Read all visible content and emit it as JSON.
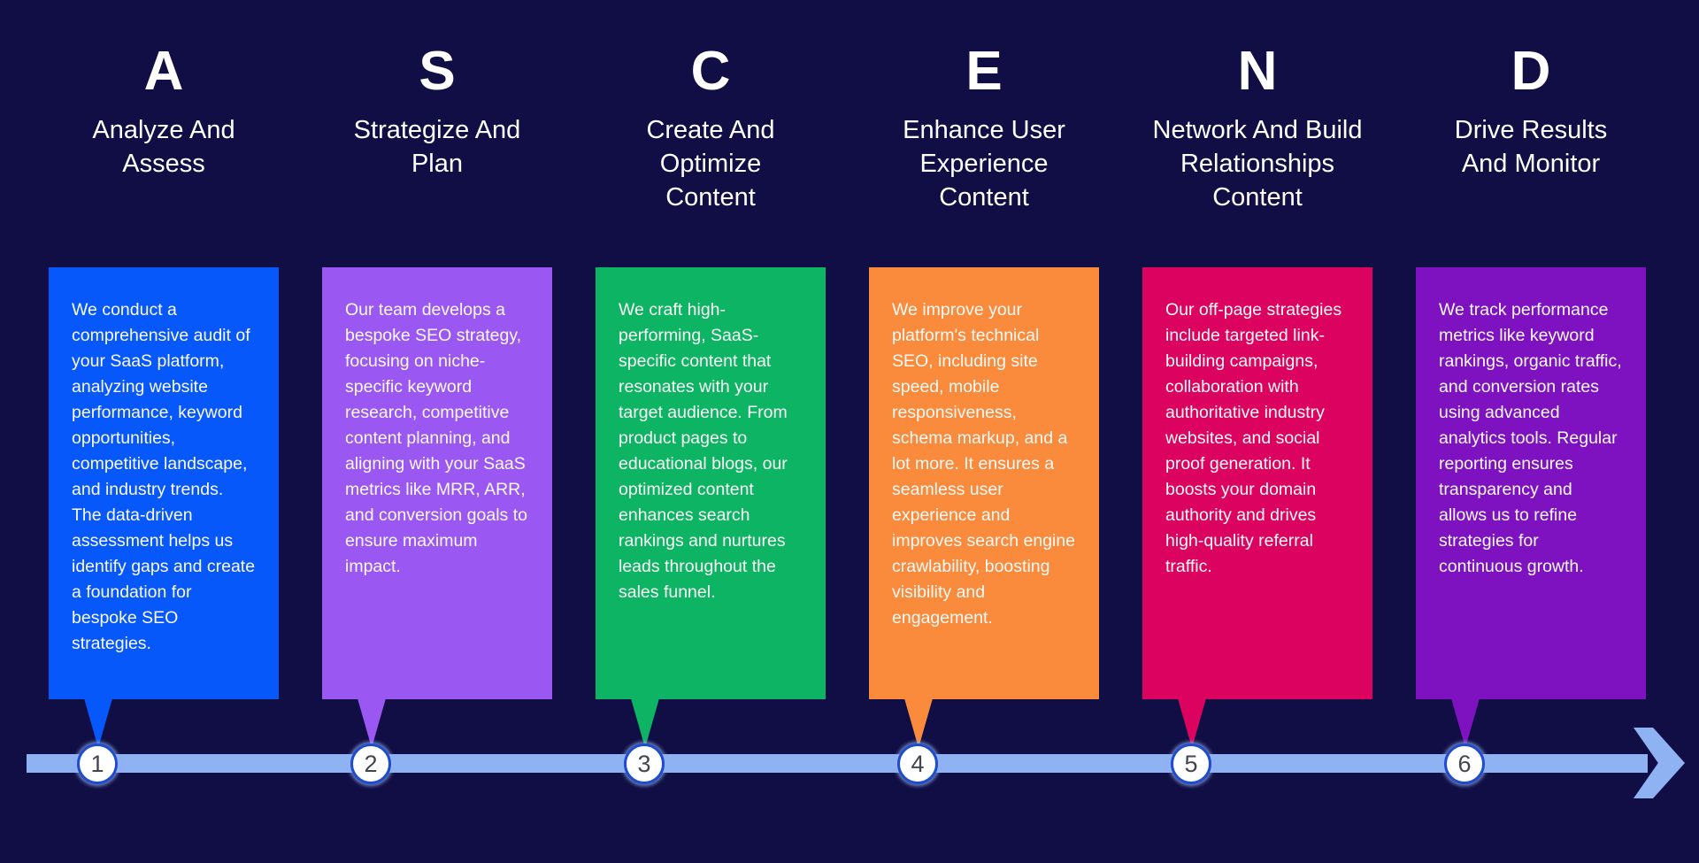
{
  "background_color": "#100E45",
  "text_color": "#FFFFFF",
  "timeline": {
    "bar_color": "#8FB2F3",
    "node_fill": "#FFFFFF",
    "node_border_color": "#1D4CCE",
    "node_number_color": "#44464E"
  },
  "steps": [
    {
      "number": "1",
      "letter": "A",
      "title": "Analyze And\nAssess",
      "color": "#0658FA",
      "description": "We conduct a comprehensive audit of your SaaS platform, analyzing website performance, keyword opportunities, competitive landscape, and industry trends. The data-driven assessment helps us identify gaps and create a foundation for bespoke SEO strategies."
    },
    {
      "number": "2",
      "letter": "S",
      "title": "Strategize And\nPlan",
      "color": "#9B57F2",
      "description": "Our team develops a bespoke SEO strategy, focusing on niche-specific keyword research, competitive content planning, and aligning with your SaaS metrics like MRR, ARR, and conversion goals to ensure maximum impact."
    },
    {
      "number": "3",
      "letter": "C",
      "title": "Create And\nOptimize\nContent",
      "color": "#0CB464",
      "description": "We craft high-performing, SaaS-specific content that resonates with your target audience. From product pages to educational blogs, our optimized content enhances search rankings and nurtures leads throughout the sales funnel."
    },
    {
      "number": "4",
      "letter": "E",
      "title": "Enhance User\nExperience\nContent",
      "color": "#FA8A3C",
      "description": "We improve your platform's technical SEO, including site speed, mobile responsiveness, schema markup, and a lot more. It ensures a seamless user experience and improves search engine crawlability, boosting visibility and engagement."
    },
    {
      "number": "5",
      "letter": "N",
      "title": "Network And Build\nRelationships\nContent",
      "color": "#DB035F",
      "description": "Our off-page strategies include targeted link-building campaigns, collaboration with authoritative industry websites, and social proof generation. It boosts your domain authority and drives high-quality referral traffic."
    },
    {
      "number": "6",
      "letter": "D",
      "title": "Drive Results\nAnd Monitor",
      "color": "#7E12C0",
      "description": "We track performance metrics like keyword rankings, organic traffic, and conversion rates using advanced analytics tools. Regular reporting ensures transparency and allows us to refine strategies for continuous growth."
    }
  ]
}
